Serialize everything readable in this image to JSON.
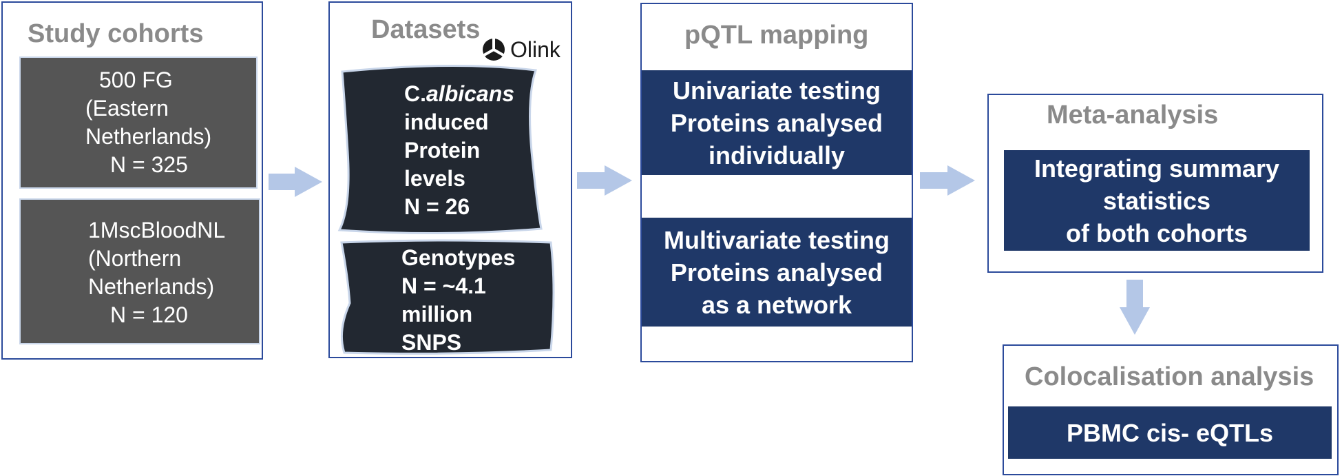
{
  "cohorts": {
    "title": "Study cohorts",
    "cohort1": {
      "lines": [
        "500 FG",
        "(Eastern",
        "Netherlands)",
        "N = 325"
      ]
    },
    "cohort2": {
      "lines": [
        "1MscBloodNL",
        "(Northern",
        "Netherlands)",
        "N = 120"
      ]
    }
  },
  "datasets": {
    "title": "Datasets",
    "logo_text": "Olink",
    "protein_box": {
      "prefix": "C.",
      "italic": "albicans",
      "lines": [
        "induced",
        "Protein",
        "levels",
        "N = 26"
      ]
    },
    "genotype_box": {
      "lines": [
        "Genotypes",
        "N = ~4.1",
        "million",
        "SNPS"
      ]
    }
  },
  "pqtl": {
    "title": "pQTL mapping",
    "univariate": {
      "lines": [
        "Univariate testing",
        "Proteins analysed",
        "individually"
      ]
    },
    "multivariate": {
      "lines": [
        "Multivariate testing",
        "Proteins analysed",
        "as a network"
      ]
    }
  },
  "meta": {
    "title": "Meta-analysis",
    "box": {
      "lines": [
        "Integrating summary",
        "statistics",
        "of both cohorts"
      ]
    }
  },
  "coloc": {
    "title": "Colocalisation analysis",
    "box": {
      "label": "PBMC cis- eQTLs"
    }
  },
  "colors": {
    "panel_border": "#2b4a9b",
    "title_gray": "#8a8a8a",
    "navy": "#1f3868",
    "dark_box": "#222831",
    "gray_box": "#555555",
    "arrow": "#b4c7e7"
  }
}
